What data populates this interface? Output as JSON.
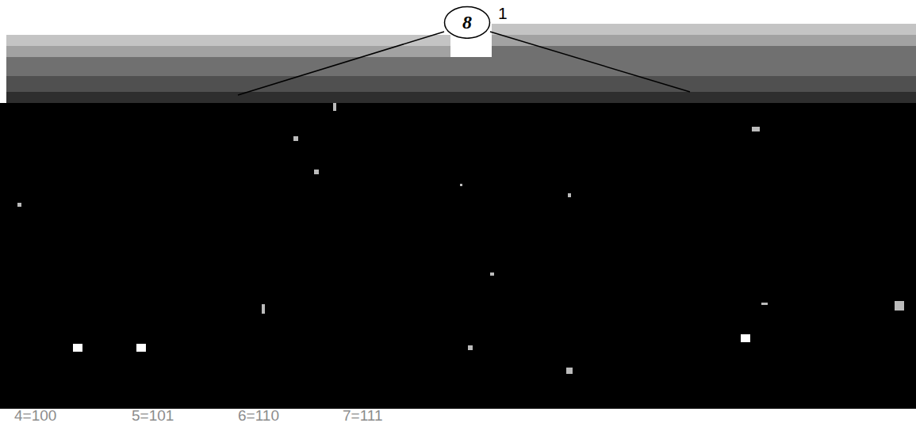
{
  "diagram": {
    "nodes": [
      {
        "text": [
          "8"
        ]
      }
    ],
    "labels": [
      "1",
      "4=100",
      "5=101",
      "6=110",
      "7=111"
    ]
  }
}
